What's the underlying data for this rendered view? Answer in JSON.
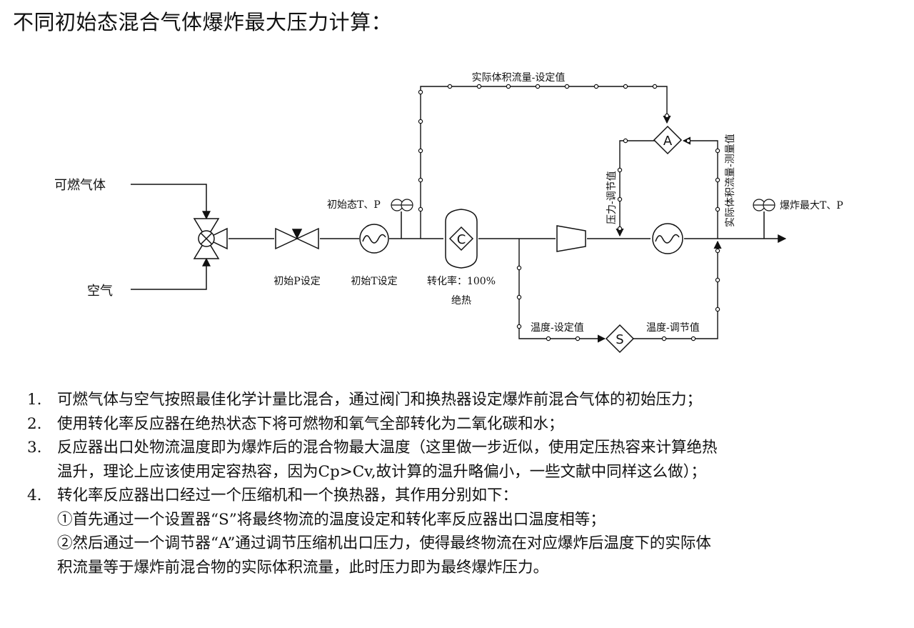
{
  "title": "不同初始态混合气体爆炸最大压力计算：",
  "diagram": {
    "labels": {
      "combustible_gas": "可燃气体",
      "air": "空气",
      "initial_p_setting": "初始P设定",
      "initial_t_setting": "初始T设定",
      "initial_state_tp": "初始态T、P",
      "conversion_rate": "转化率：100%",
      "adiabatic": "绝热",
      "actual_volume_flow_setpoint": "实际体积流量-设定值",
      "pressure_regulate": "压力-调节值",
      "actual_volume_flow_measured": "实际体积流量-测量值",
      "explosion_max_tp": "爆炸最大T、P",
      "temperature_setpoint": "温度-设定值",
      "temperature_regulate": "温度-调节值",
      "reactor_letter": "C",
      "adjuster_letter": "A",
      "setter_letter": "S"
    }
  },
  "notes": {
    "n1_num": "1.",
    "n1": "可燃气体与空气按照最佳化学计量比混合，通过阀门和换热器设定爆炸前混合气体的初始压力；",
    "n2_num": "2.",
    "n2": "使用转化率反应器在绝热状态下将可燃物和氧气全部转化为二氧化碳和水；",
    "n3_num": "3.",
    "n3a": "反应器出口处物流温度即为爆炸后的混合物最大温度（这里做一步近似，使用定压热容来计算绝热",
    "n3b": "温升，理论上应该使用定容热容，因为Cp>Cv,故计算的温升略偏小，一些文献中同样这么做）；",
    "n4_num": "4.",
    "n4": "转化率反应器出口经过一个压缩机和一个换热器，其作用分别如下：",
    "n4_1": "①首先通过一个设置器“S”将最终物流的温度设定和转化率反应器出口温度相等；",
    "n4_2a": "②然后通过一个调节器“A”通过调节压缩机出口压力，使得最终物流在对应爆炸后温度下的实际体",
    "n4_2b": "积流量等于爆炸前混合物的实际体积流量，此时压力即为最终爆炸压力。"
  }
}
